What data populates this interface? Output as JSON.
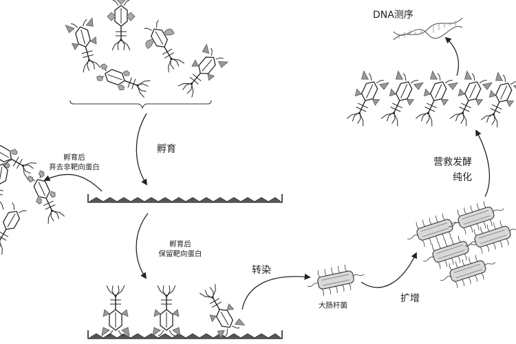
{
  "labels": {
    "incubate": "孵育",
    "discard_note_line1": "孵育后",
    "discard_note_line2": "弃去非靶向蛋白",
    "keep_note_line1": "孵育后",
    "keep_note_line2": "保留靶向蛋白",
    "transfect": "转染",
    "ecoli": "大肠杆菌",
    "amplify": "扩增",
    "rescue_line1": "营救发酵",
    "rescue_line2": "纯化",
    "dna_seq": "DNA测序"
  },
  "colors": {
    "ink": "#222222",
    "protein": "#999999",
    "surface": "#555555",
    "bacterium": "#d8d8d8"
  }
}
